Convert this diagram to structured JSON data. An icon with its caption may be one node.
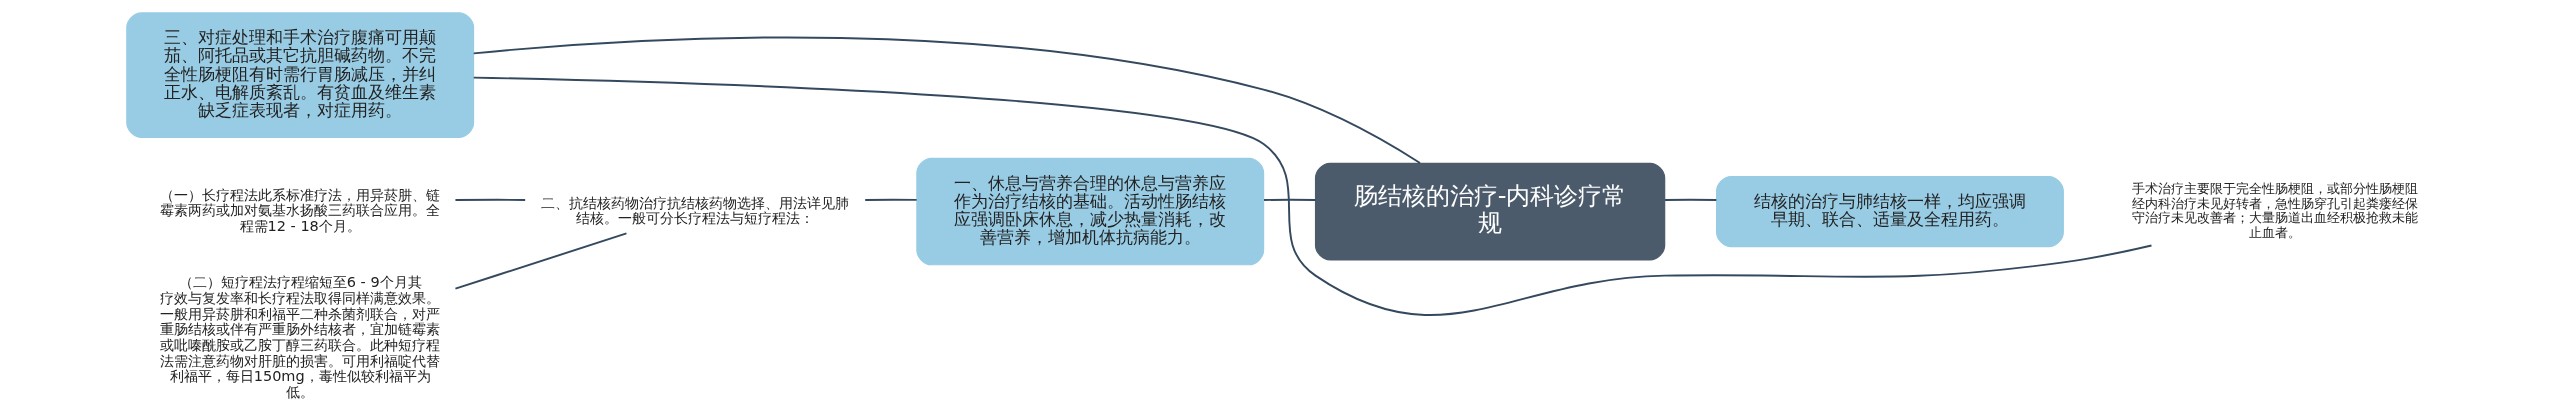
{
  "diagram": {
    "nodes": [
      {
        "text": [
          "肠结核的治疗-内科诊疗常规"
        ]
      },
      {
        "text": [
          "一、休息与营养合理的休息与营养应作为治疗结核的基础。活动性肠结核应强调卧床休息，减少热量消耗，改善营养，增加机体抗病能力。"
        ]
      },
      {
        "text": [
          "二、抗结核药物治疗抗结核药物选择、用法详见肺结核。一般可分长疗程法与短疗程法："
        ]
      },
      {
        "text": [
          "（一）长疗程法此系标准疗法，用异菸肼、链霉素两药或加对氨基水扬酸三药联合应用。全程需12 - 18个月。"
        ]
      },
      {
        "text": [
          "（二）短疗程法疗程缩短至6 - 9个月其疗效与复发率和长疗程法取得同样满意效果。一般用异菸肼和利福平二种杀菌剂联合，对严重肠结核或伴有严重肠外结核者，宜加链霉素或吡嗪酰胺或乙胺丁醇三药联合。此种短疗程法需注意药物对肝脏的损害。可用利福啶代替利福平，每日150mg，毒性似较利福平为低。"
        ]
      },
      {
        "text": [
          "结核的治疗与肺结核一样，均应强调早期、联合、适量及全程用药。"
        ]
      },
      {
        "text": [
          "三、对症处理和手术治疗腹痛可用颠茄、阿托品或其它抗胆碱药物。不完全性肠梗阻有时需行胃肠减压，并纠正水、电解质紊乱。有贫血及维生素缺乏症表现者，对症用药。"
        ]
      },
      {
        "text": [
          "手术治疗主要限于完全性肠梗阻，或部分性肠梗阻经内科治疗未见好转者，急性肠穿孔引起粪瘘经保守治疗未见改善者；大量肠道出血经积极抢救未能止血者。"
        ]
      }
    ],
    "edges": [
      {
        "from": 0,
        "to": 1,
        "arrow": "none"
      },
      {
        "from": 1,
        "to": 2,
        "arrow": "none"
      },
      {
        "from": 2,
        "to": 3,
        "arrow": "none"
      },
      {
        "from": 2,
        "to": 4,
        "arrow": "none"
      },
      {
        "from": 0,
        "to": 5,
        "arrow": "none"
      },
      {
        "from": 0,
        "to": 6,
        "arrow": "none"
      },
      {
        "from": 6,
        "to": 7,
        "arrow": "none"
      }
    ]
  }
}
